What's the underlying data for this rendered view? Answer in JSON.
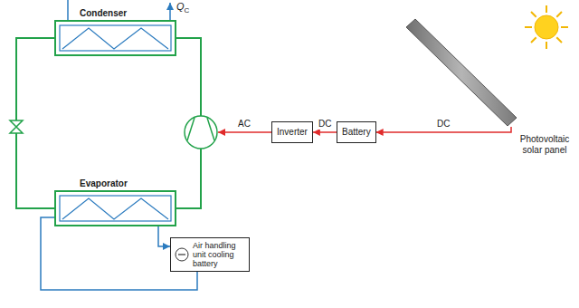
{
  "diagram": {
    "nodes": [
      {
        "text": [
          "Condenser"
        ]
      },
      {
        "text": [
          "Evaporator"
        ]
      },
      {
        "text": [
          "Air handling unit cooling battery"
        ]
      },
      {
        "text": [
          "Inverter"
        ]
      },
      {
        "text": [
          "Battery"
        ]
      },
      {
        "text": [
          "Photovoltaic solar panel"
        ]
      }
    ],
    "edges": [
      {
        "from": 0,
        "to": 1,
        "arrow": "none"
      },
      {
        "from": 1,
        "to": 2,
        "arrow": "to"
      },
      {
        "from": 2,
        "to": 1,
        "arrow": "none"
      },
      {
        "from": 5,
        "to": 4,
        "label": "DC",
        "arrow": "to"
      },
      {
        "from": 4,
        "to": 3,
        "label": "DC",
        "arrow": "to"
      }
    ],
    "labels": [
      "QC",
      "AC"
    ]
  }
}
